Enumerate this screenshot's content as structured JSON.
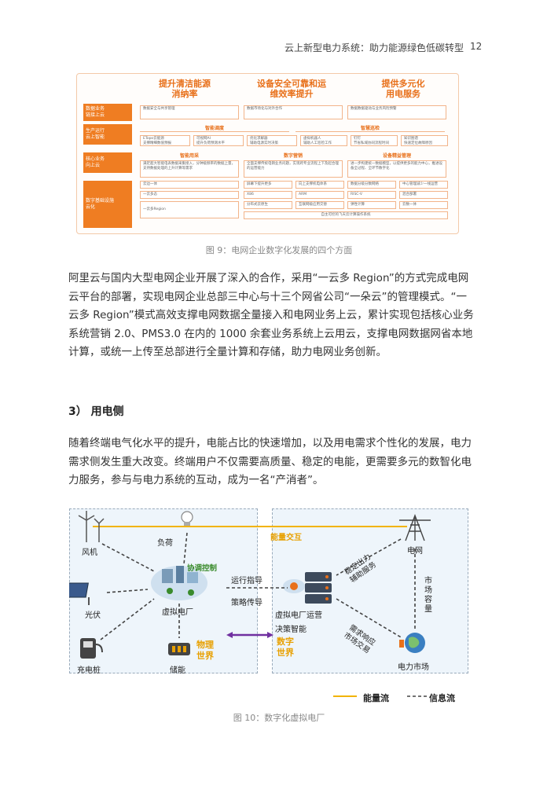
{
  "header": {
    "title": "云上新型电力系统：助力能源绿色低碳转型",
    "page_number": "12"
  },
  "figure9": {
    "top_headers": [
      "提升清洁能源\n消纳率",
      "设备安全可靠和运\n维效率提升",
      "提供多元化\n用电服务"
    ],
    "rows": [
      {
        "label": "数据业务\n链接上云",
        "boxes": [
          "数据安全与共享管理",
          "数据市场化与对外合作",
          "数据数据驱动与业务风险预警"
        ]
      },
      {
        "label": "生产运行\n云上智能",
        "titles": [
          "智能调度",
          "智慧巡检"
        ],
        "boxes": [
          "ETopo云能源\n支撑精细数值预报",
          "可视网AI\n提升负荷预测水平",
          "优化求解器\n辅助电源实时决策",
          "虚拟机器人\n辅助人工巡检工作",
          "钉钉\n节省私域协同流程时间",
          "知识图谱\n快速定位故障原因"
        ]
      },
      {
        "label": "核心业务\n向上云",
        "titles": [
          "智能用采",
          "数字营销",
          "设备精益管理"
        ],
        "boxes": [
          "满足超大智能电表数据采集接入，分钟级频率的数据上量，支持数据处理的上升计算等需求",
          "全面支撑传统电销业务问题，实现跨专业流程上下及起合理的运营能力",
          "进一步构建统一数据模型，以提供更多的能力中心，推进设备全过程、全环节数字化"
        ]
      },
      {
        "label": "数字基础设施\n云化",
        "boxes": [
          "云边一体",
          "屏幕下提升更多",
          "向上支撑机电体系",
          "数据分级分数网络",
          "中心管理减少一线运营",
          "一云多态",
          "X86",
          "ARM",
          "RISC-V",
          "混合部署",
          "一云多Region",
          "分布式云原生",
          "互联网级应用交替",
          "弹性计算",
          "云数一体",
          "自主可控的飞天云计算操作系统"
        ]
      }
    ]
  },
  "captions": {
    "fig9": "图 9：电网企业数字化发展的四个方面",
    "fig10": "图 10：数字化虚拟电厂"
  },
  "paragraphs": {
    "p1": "阿里云与国内大型电网企业开展了深入的合作，采用“一云多 Region”的方式完成电网云平台的部署，实现电网企业总部三中心与十三个网省公司“一朵云”的管理模式。“一云多 Region”模式高效支撑电网数据全量接入和电网业务上云，累计实现包括核心业务系统营销 2.0、PMS3.0 在内的 1000 余套业务系统上云用云，支撑电网数据网省本地计算，或统一上传至总部进行全量计算和存储，助力电网业务创新。",
    "section": "3） 用电侧",
    "p2": "随着终端电气化水平的提升，电能占比的快速增加，以及用电需求个性化的发展，电力需求侧发生重大改变。终端用户不仅需要高质量、稳定的电能，更需要多元的数智化电力服务，参与与电力系统的互动，成为一名“产消者”。"
  },
  "figure10": {
    "labels": {
      "wind": "风机",
      "load": "负荷",
      "coord": "协调控制",
      "solar": "光伏",
      "vpp": "虚拟电厂",
      "charger": "充电桩",
      "storage": "储能",
      "physical": "物理\n世界",
      "run_guide": "运行指导",
      "strategy": "策略传导",
      "energy_exchange": "能量交互",
      "vpp_ops": "虚拟电厂运营",
      "decision": "决策智能",
      "digital": "数字\n世界",
      "grid": "电网",
      "stable": "稳定出力\n辅助服务",
      "market_cap": "市\n场\n容\n量",
      "demand": "需求响应\n市场交易",
      "market": "电力市场"
    },
    "legend": {
      "energy": "能量流",
      "info": "信息流"
    },
    "colors": {
      "energy": "#f2b300",
      "info": "#444444",
      "purple": "#7030a0",
      "green": "#3a8b2c"
    }
  }
}
